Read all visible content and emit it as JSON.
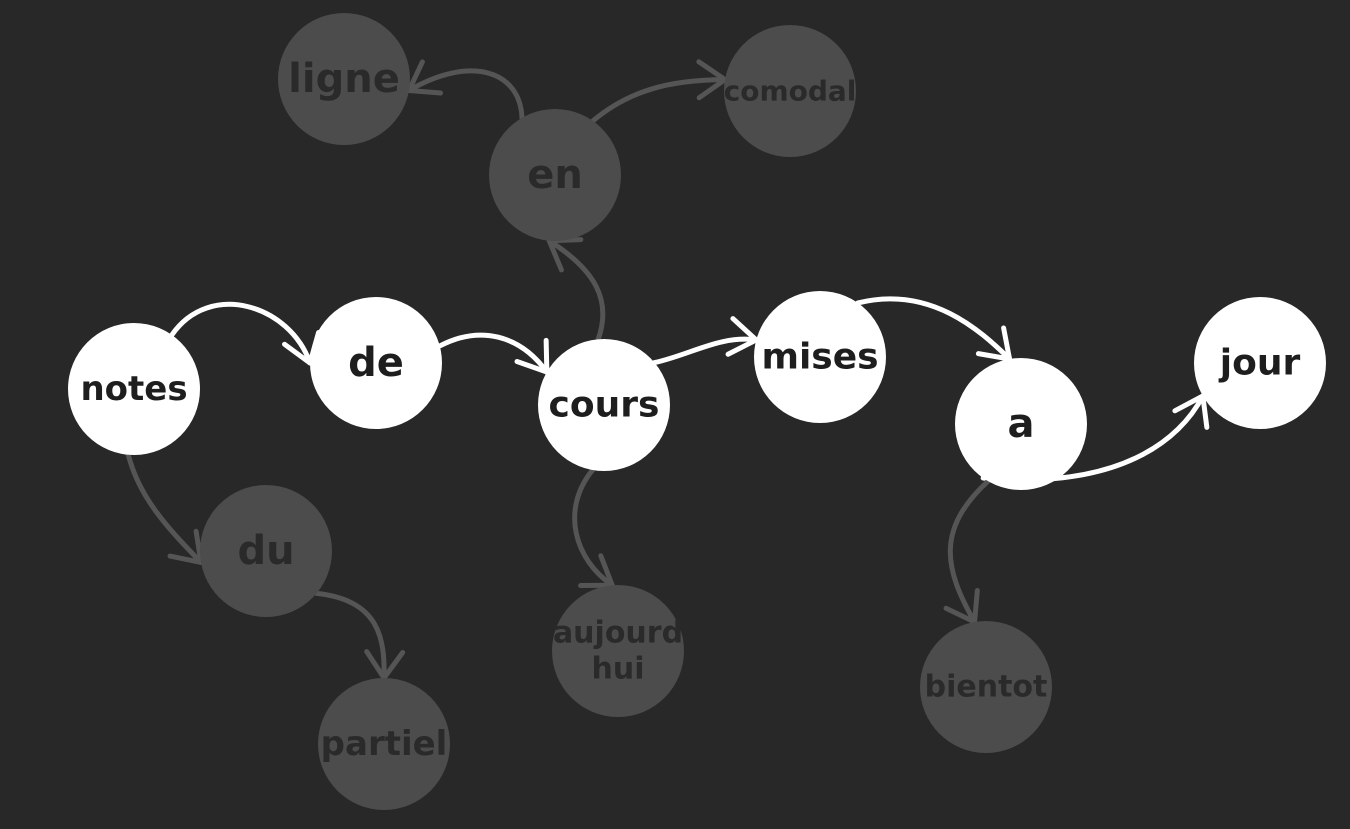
{
  "colors": {
    "background": "#282828",
    "active_node": "#ffffff",
    "active_text": "#1e1e1e",
    "active_edge": "#ffffff",
    "inactive_node": "#4c4c4c",
    "inactive_text": "#2a2a2a",
    "inactive_edge": "#555555"
  },
  "nodes": [
    {
      "id": "notes",
      "lines": [
        "notes"
      ],
      "active": true
    },
    {
      "id": "de",
      "lines": [
        "de"
      ],
      "active": true
    },
    {
      "id": "cours",
      "lines": [
        "cours"
      ],
      "active": true
    },
    {
      "id": "mises",
      "lines": [
        "mises"
      ],
      "active": true
    },
    {
      "id": "a",
      "lines": [
        "a"
      ],
      "active": true
    },
    {
      "id": "jour",
      "lines": [
        "jour"
      ],
      "active": true
    },
    {
      "id": "en",
      "lines": [
        "en"
      ],
      "active": false
    },
    {
      "id": "ligne",
      "lines": [
        "ligne"
      ],
      "active": false
    },
    {
      "id": "comodal",
      "lines": [
        "comodal"
      ],
      "active": false
    },
    {
      "id": "du",
      "lines": [
        "du"
      ],
      "active": false
    },
    {
      "id": "partiel",
      "lines": [
        "partiel"
      ],
      "active": false
    },
    {
      "id": "aujourd-hui",
      "lines": [
        "aujourd",
        "hui"
      ],
      "active": false
    },
    {
      "id": "bientot",
      "lines": [
        "bientot"
      ],
      "active": false
    }
  ],
  "edges": [
    {
      "from": "notes",
      "to": "de",
      "active": true
    },
    {
      "from": "de",
      "to": "cours",
      "active": true
    },
    {
      "from": "cours",
      "to": "mises",
      "active": true
    },
    {
      "from": "mises",
      "to": "a",
      "active": true
    },
    {
      "from": "a",
      "to": "jour",
      "active": true
    },
    {
      "from": "cours",
      "to": "en",
      "active": false
    },
    {
      "from": "en",
      "to": "ligne",
      "active": false
    },
    {
      "from": "en",
      "to": "comodal",
      "active": false
    },
    {
      "from": "notes",
      "to": "du",
      "active": false
    },
    {
      "from": "du",
      "to": "partiel",
      "active": false
    },
    {
      "from": "cours",
      "to": "aujourd-hui",
      "active": false
    },
    {
      "from": "a",
      "to": "bientot",
      "active": false
    }
  ]
}
